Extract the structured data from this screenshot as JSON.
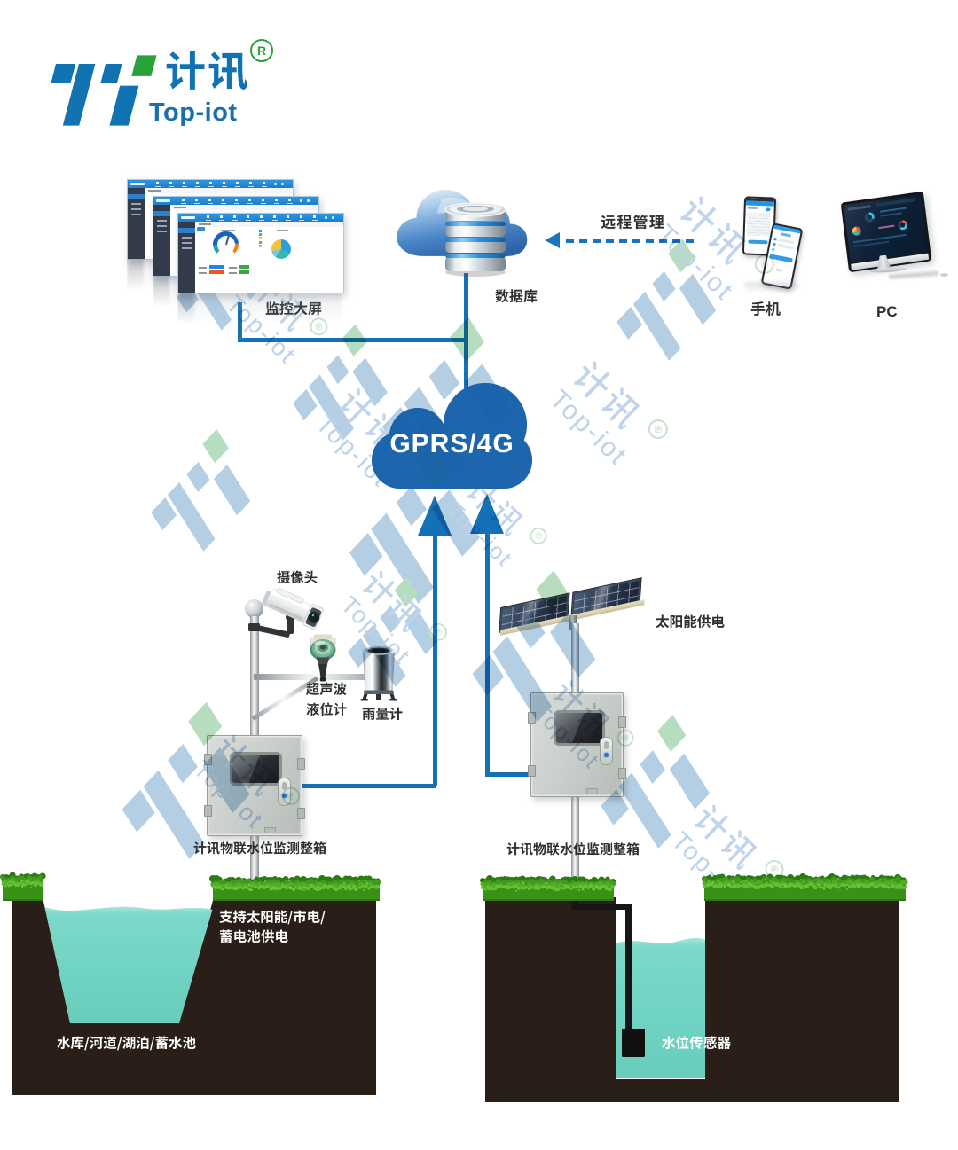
{
  "page": {
    "title_hint": "IoT water level monitoring solution diagram",
    "background": "#ffffff"
  },
  "logo": {
    "brand_cn": "计讯",
    "brand_en": "Top-iot",
    "registered": "®",
    "blue": "#1173b2",
    "green": "#2aa23a"
  },
  "watermark": {
    "brand_cn": "计讯",
    "brand_en": "Top-iot",
    "registered": "®"
  },
  "cloud": {
    "label": "GPRS/4G"
  },
  "nodes": {
    "screens": {
      "label": "监控大屏"
    },
    "database": {
      "label": "数据库"
    },
    "remote_link": {
      "label": "远程管理"
    },
    "phone": {
      "label": "手机"
    },
    "pc": {
      "label": "PC"
    },
    "camera": {
      "label": "摄像头"
    },
    "ultrasonic": {
      "label_line1": "超声波",
      "label_line2": "液位计"
    },
    "rain_gauge": {
      "label": "雨量计"
    },
    "solar": {
      "label": "太阳能供电"
    },
    "station_left": {
      "label": "计讯物联水位监测整箱"
    },
    "station_right": {
      "label": "计讯物联水位监测整箱"
    },
    "power_note": {
      "line1": "支持太阳能/市电/",
      "line2": "蓄电池供电"
    },
    "water_body": {
      "label": "水库/河道/湖泊/蓄水池"
    },
    "level_sensor": {
      "label": "水位传感器"
    }
  },
  "colors": {
    "line_blue": "#1471b5",
    "cloud_blue": "#1d66ad",
    "water_teal": "#72d4c4",
    "soil_brown": "#2a1e18",
    "grass_green": "#3f9a1d",
    "watermark_blue": "#aecbe2",
    "watermark_green": "#a9d9b2"
  }
}
